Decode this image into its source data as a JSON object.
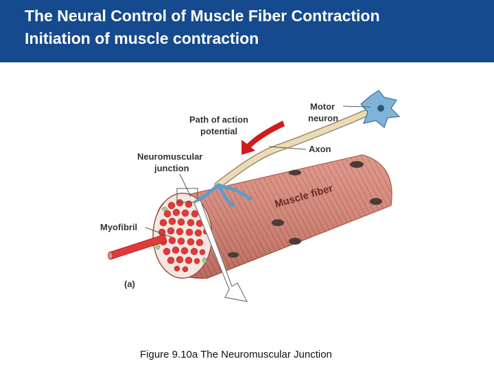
{
  "slide": {
    "title_line1": "The Neural Control of Muscle Fiber Contraction",
    "title_line2": "Initiation of muscle contraction",
    "caption": "Figure 9.10a  The Neuromuscular Junction"
  },
  "diagram": {
    "labels": {
      "motor_neuron_1": "Motor",
      "motor_neuron_2": "neuron",
      "path_1": "Path of action",
      "path_2": "potential",
      "nmj_1": "Neuromuscular",
      "nmj_2": "junction",
      "axon": "Axon",
      "muscle_fiber": "Muscle fiber",
      "myofibril": "Myofibril",
      "panel": "(a)"
    }
  },
  "colors": {
    "header_bg": "#164a8e",
    "muscle": "#d98778",
    "myofibril_red": "#e03a3a",
    "neuron": "#7fb4d8",
    "arrow_red": "#d01c1c"
  }
}
